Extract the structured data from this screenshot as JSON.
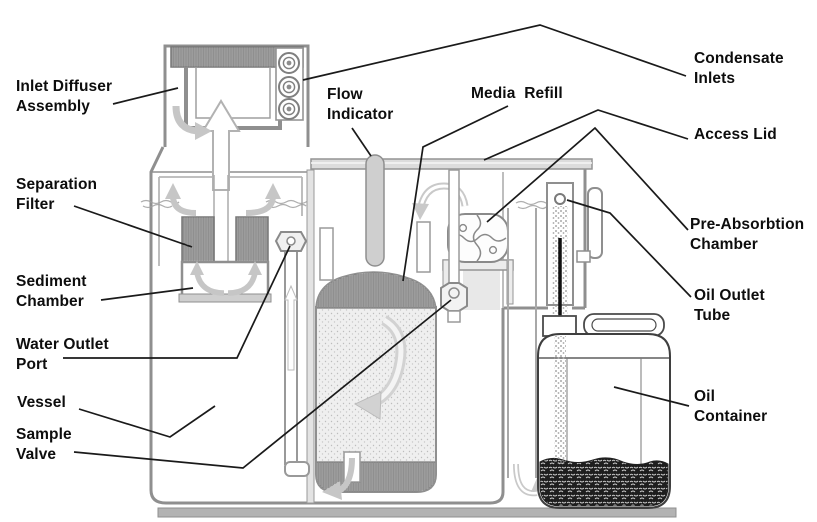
{
  "diagram": {
    "type": "technical-cutaway",
    "subject": "Oil / water condensate separator cross-section",
    "colors": {
      "background": "#ffffff",
      "vessel_outline": "#8f8f8f",
      "label_text": "#0d0d0d",
      "leader_line": "#1a1a1a",
      "lid_fill": "#dcdcdc",
      "flow_arrow": "#c6c6c6",
      "oil_fill": "#1e1e1e"
    }
  },
  "labels": {
    "inlet_diffuser_assembly": "Inlet Diffuser\nAssembly",
    "separation_filter": "Separation\nFilter",
    "sediment_chamber": "Sediment\nChamber",
    "water_outlet_port": "Water Outlet\nPort",
    "vessel": "Vessel",
    "sample_valve": "Sample\nValve",
    "flow_indicator": "Flow\nIndicator",
    "media_refill": "Media  Refill",
    "condensate_inlets": "Condensate\nInlets",
    "access_lid": "Access Lid",
    "pre_absorbtion_chamber": "Pre-Absorbtion\nChamber",
    "oil_outlet_tube": "Oil Outlet\nTube",
    "oil_container": "Oil\nContainer"
  }
}
